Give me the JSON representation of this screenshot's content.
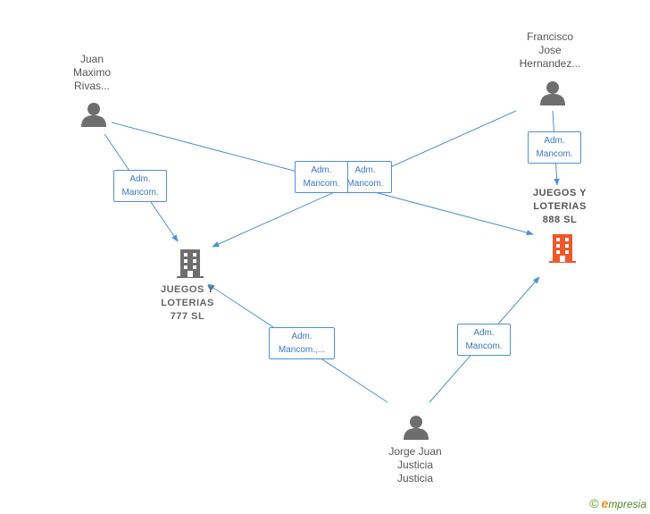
{
  "colors": {
    "edge": "#4a90d9",
    "person_icon": "#6e6e6e",
    "company_icon": "#6e6e6e",
    "focus_company_icon": "#f0572a"
  },
  "people": {
    "juan": {
      "lines": [
        "Juan",
        "Maximo",
        "Rivas..."
      ]
    },
    "francisco": {
      "lines": [
        "Francisco",
        "Jose",
        "Hernandez..."
      ]
    },
    "jorge": {
      "lines": [
        "Jorge Juan",
        "Justicia",
        "Justicia"
      ]
    }
  },
  "companies": {
    "c777": {
      "lines": [
        "JUEGOS Y",
        "LOTERIAS",
        "777  SL"
      ]
    },
    "c888": {
      "lines": [
        "JUEGOS Y",
        "LOTERIAS",
        "888  SL"
      ]
    }
  },
  "edges": [
    {
      "lines": [
        "Adm.",
        "Mancom."
      ]
    },
    {
      "lines": [
        "Adm.",
        "Mancom."
      ]
    },
    {
      "lines": [
        "Adm.",
        "Mancom."
      ]
    },
    {
      "lines": [
        "Adm.",
        "Mancom."
      ]
    },
    {
      "lines": [
        "Adm.",
        "Mancom.,..."
      ]
    },
    {
      "lines": [
        "Adm.",
        "Mancom."
      ]
    }
  ],
  "footer": {
    "symbol": "©",
    "brand_initial": "e",
    "brand_rest": "mpresia"
  }
}
